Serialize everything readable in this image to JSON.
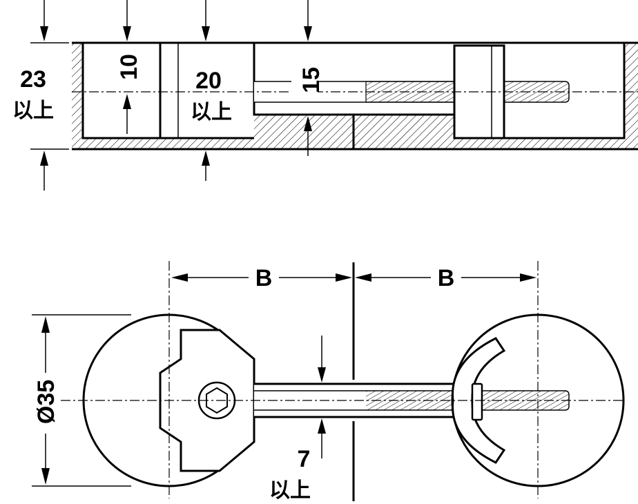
{
  "dimensions": {
    "total_height": "23",
    "min_suffix": "以上",
    "dim_10": "10",
    "dim_20": "20",
    "dim_15": "15",
    "spacing_b": "B",
    "diameter": "Ø35",
    "dim_7": "7"
  }
}
